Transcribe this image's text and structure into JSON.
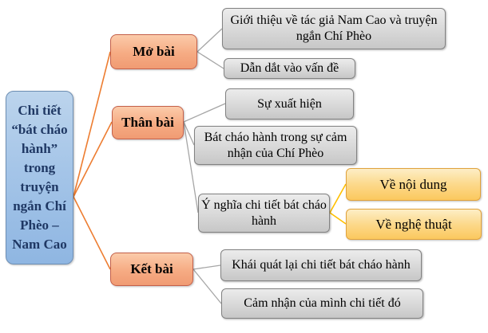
{
  "colors": {
    "root_connector": "#ED7D31",
    "branch_connector": "#A6A6A6",
    "leaf_connector": "#FFC000",
    "root_fill": "#A5C5E8",
    "branch_fill": "#F5A57E",
    "child_fill": "#D9D9D9",
    "leaf_fill": "#FBC85E"
  },
  "diagram": {
    "root": {
      "label": "Chi tiết “bát cháo hành” trong truyện ngắn Chí Phèo – Nam Cao"
    },
    "branches": [
      {
        "label": "Mở bài",
        "children": [
          {
            "label": "Giới thiệu về tác giả Nam Cao và truyện ngắn Chí Phèo"
          },
          {
            "label": "Dẫn dắt vào vấn đề"
          }
        ]
      },
      {
        "label": "Thân bài",
        "children": [
          {
            "label": "Sự xuất hiện"
          },
          {
            "label": "Bát cháo hành trong sự cảm nhận của Chí Phèo"
          },
          {
            "label": "Ý nghĩa chi tiết bát cháo hành",
            "children": [
              {
                "label": "Về nội dung"
              },
              {
                "label": "Về nghệ thuật"
              }
            ]
          }
        ]
      },
      {
        "label": "Kết bài",
        "children": [
          {
            "label": "Khái quát lại chi tiết bát cháo hành"
          },
          {
            "label": "Cảm nhận của mình chi tiết đó"
          }
        ]
      }
    ]
  }
}
